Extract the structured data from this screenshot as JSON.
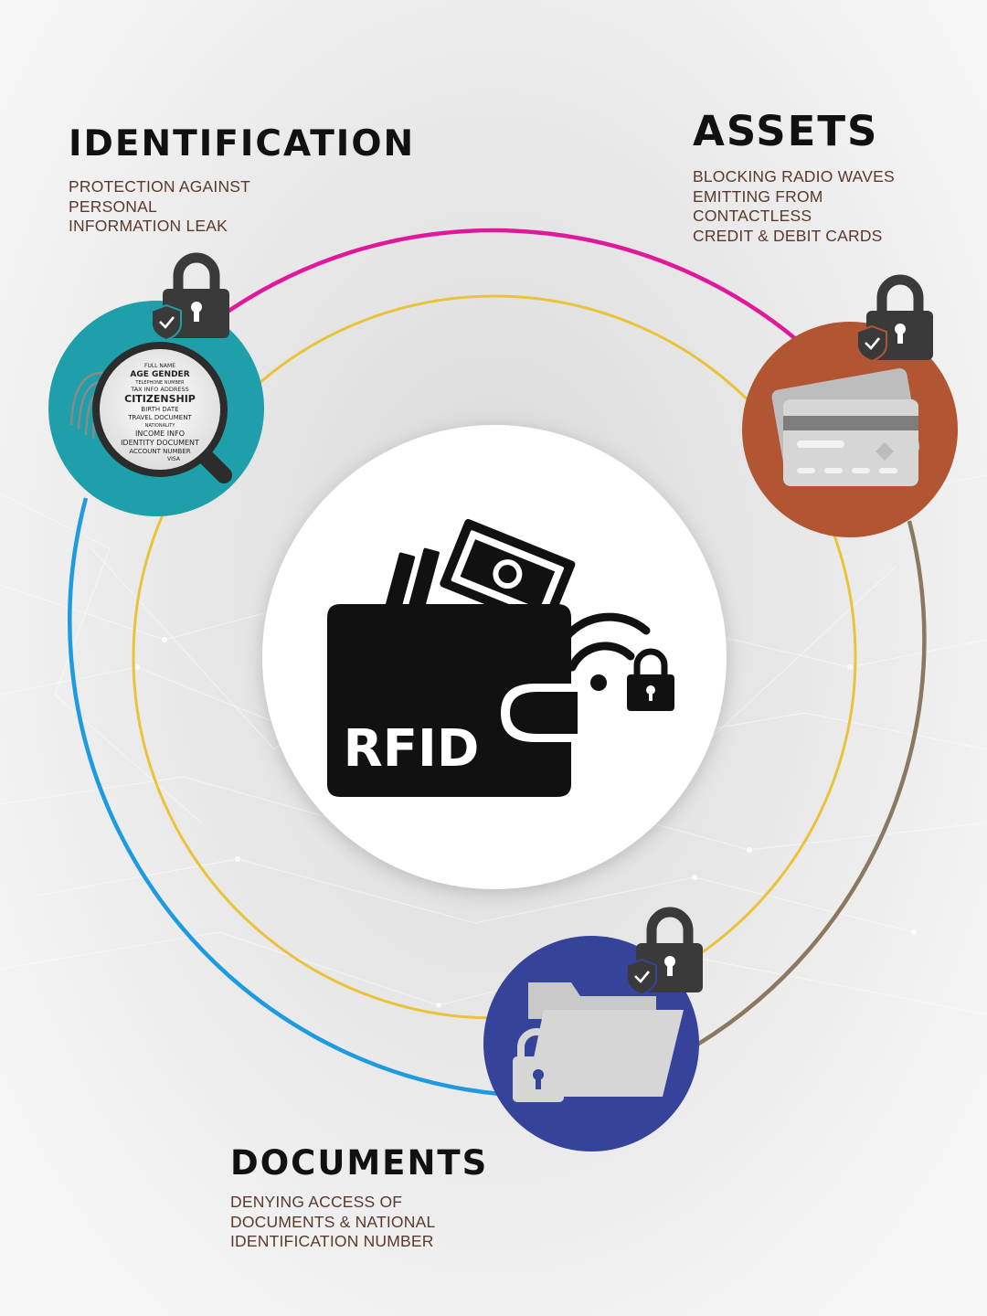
{
  "center": {
    "label": "RFID",
    "icon": "rfid-wallet-icon"
  },
  "sections": {
    "identification": {
      "title": "IDENTIFICATION",
      "lines": [
        "PROTECTION AGAINST",
        "PERSONAL",
        "INFORMATION LEAK"
      ],
      "color": "#1f9faa",
      "icon": "magnifier-fingerprint-icon",
      "magnifier_text": [
        "FULL NAME",
        "AGE GENDER",
        "TELEPHONE NUMBER",
        "TAX INFO ADDRESS",
        "CITIZENSHIP",
        "BIRTH DATE",
        "TRAVEL DOCUMENT",
        "NATIONALITY",
        "INCOME INFO",
        "IDENTITY DOCUMENT",
        "ACCOUNT NUMBER",
        "VISA"
      ]
    },
    "assets": {
      "title": "ASSETS",
      "lines": [
        "BLOCKING RADIO WAVES",
        "EMITTING FROM",
        "CONTACTLESS",
        "CREDIT & DEBIT CARDS"
      ],
      "color": "#b25533",
      "icon": "credit-cards-icon"
    },
    "documents": {
      "title": "DOCUMENTS",
      "lines": [
        "DENYING ACCESS OF",
        "DOCUMENTS & NATIONAL",
        "IDENTIFICATION NUMBER"
      ],
      "color": "#35449a",
      "icon": "locked-folder-icon"
    }
  },
  "ring_colors": {
    "top": "#e0199b",
    "left": "#1e9ae0",
    "right": "#8a7861",
    "inner": "#e9c33a"
  }
}
